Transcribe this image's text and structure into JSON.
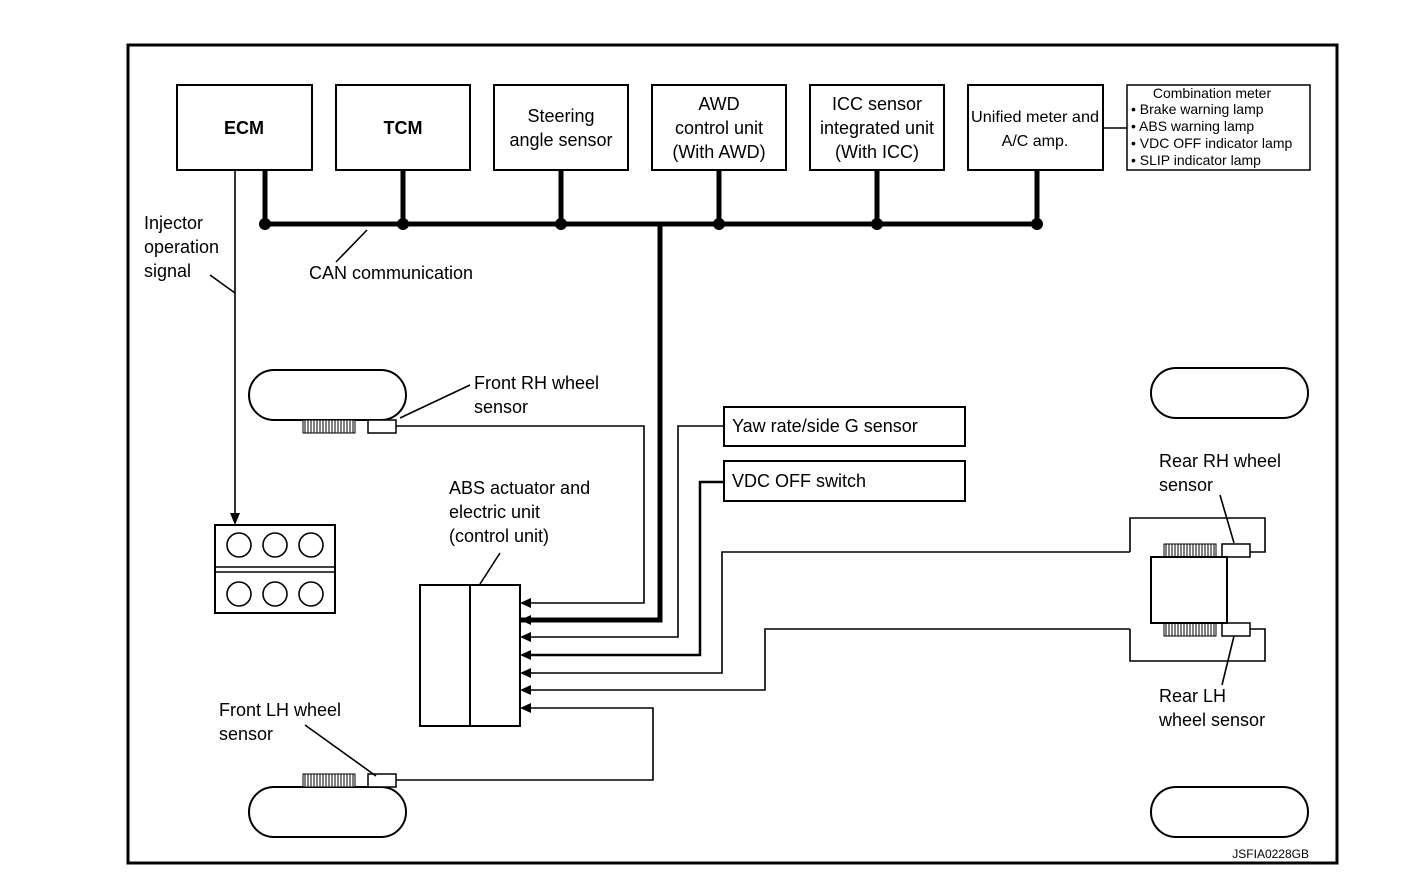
{
  "modules": {
    "ecm": "ECM",
    "tcm": "TCM",
    "steering": [
      "Steering",
      "angle sensor"
    ],
    "awd": [
      "AWD",
      "control unit",
      "(With AWD)"
    ],
    "icc": [
      "ICC sensor",
      "integrated unit",
      "(With ICC)"
    ],
    "meter": [
      "Unified meter and",
      "A/C amp."
    ]
  },
  "combination_meter": {
    "title": "Combination meter",
    "items": [
      "• Brake warning lamp",
      "• ABS warning lamp",
      "• VDC OFF indicator lamp",
      "• SLIP indicator lamp"
    ]
  },
  "labels": {
    "injector": [
      "Injector",
      "operation",
      "signal"
    ],
    "can": "CAN communication",
    "front_rh": [
      "Front RH wheel",
      "sensor"
    ],
    "front_lh": [
      "Front LH wheel",
      "sensor"
    ],
    "rear_rh": [
      "Rear RH wheel",
      "sensor"
    ],
    "rear_lh": [
      "Rear LH",
      "wheel sensor"
    ],
    "abs": [
      "ABS actuator and",
      "electric unit",
      "(control unit)"
    ],
    "yaw": "Yaw rate/side G sensor",
    "vdc_off": "VDC OFF switch",
    "figure_id": "JSFIA0228GB"
  }
}
